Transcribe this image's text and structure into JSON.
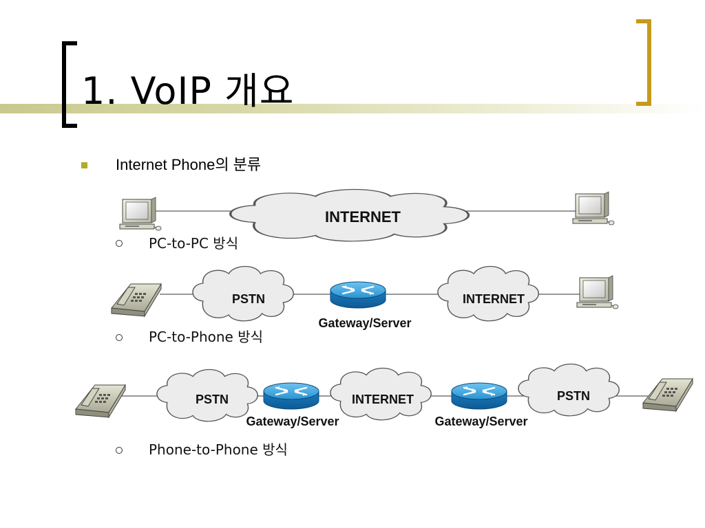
{
  "slide": {
    "title": "1. VoIP 개요",
    "bullet": "Internet Phone의 분류",
    "items": [
      {
        "label": "PC-to-PC 방식"
      },
      {
        "label": "PC-to-Phone 방식"
      },
      {
        "label": "Phone-to-Phone 방식"
      }
    ]
  },
  "diagram": {
    "pc_to_pc": {
      "cloud": "INTERNET"
    },
    "pc_to_phone": {
      "cloud1": "PSTN",
      "gateway": "Gateway/Server",
      "cloud2": "INTERNET"
    },
    "phone_to_phone": {
      "cloud1": "PSTN",
      "gateway1": "Gateway/Server",
      "cloud2": "INTERNET",
      "gateway2": "Gateway/Server",
      "cloud3": "PSTN"
    }
  },
  "colors": {
    "accent_gold": "#c69a1b",
    "bullet": "#b0ad2a",
    "cloud_fill": "#ececec",
    "router_blue": "#1e88c8"
  }
}
